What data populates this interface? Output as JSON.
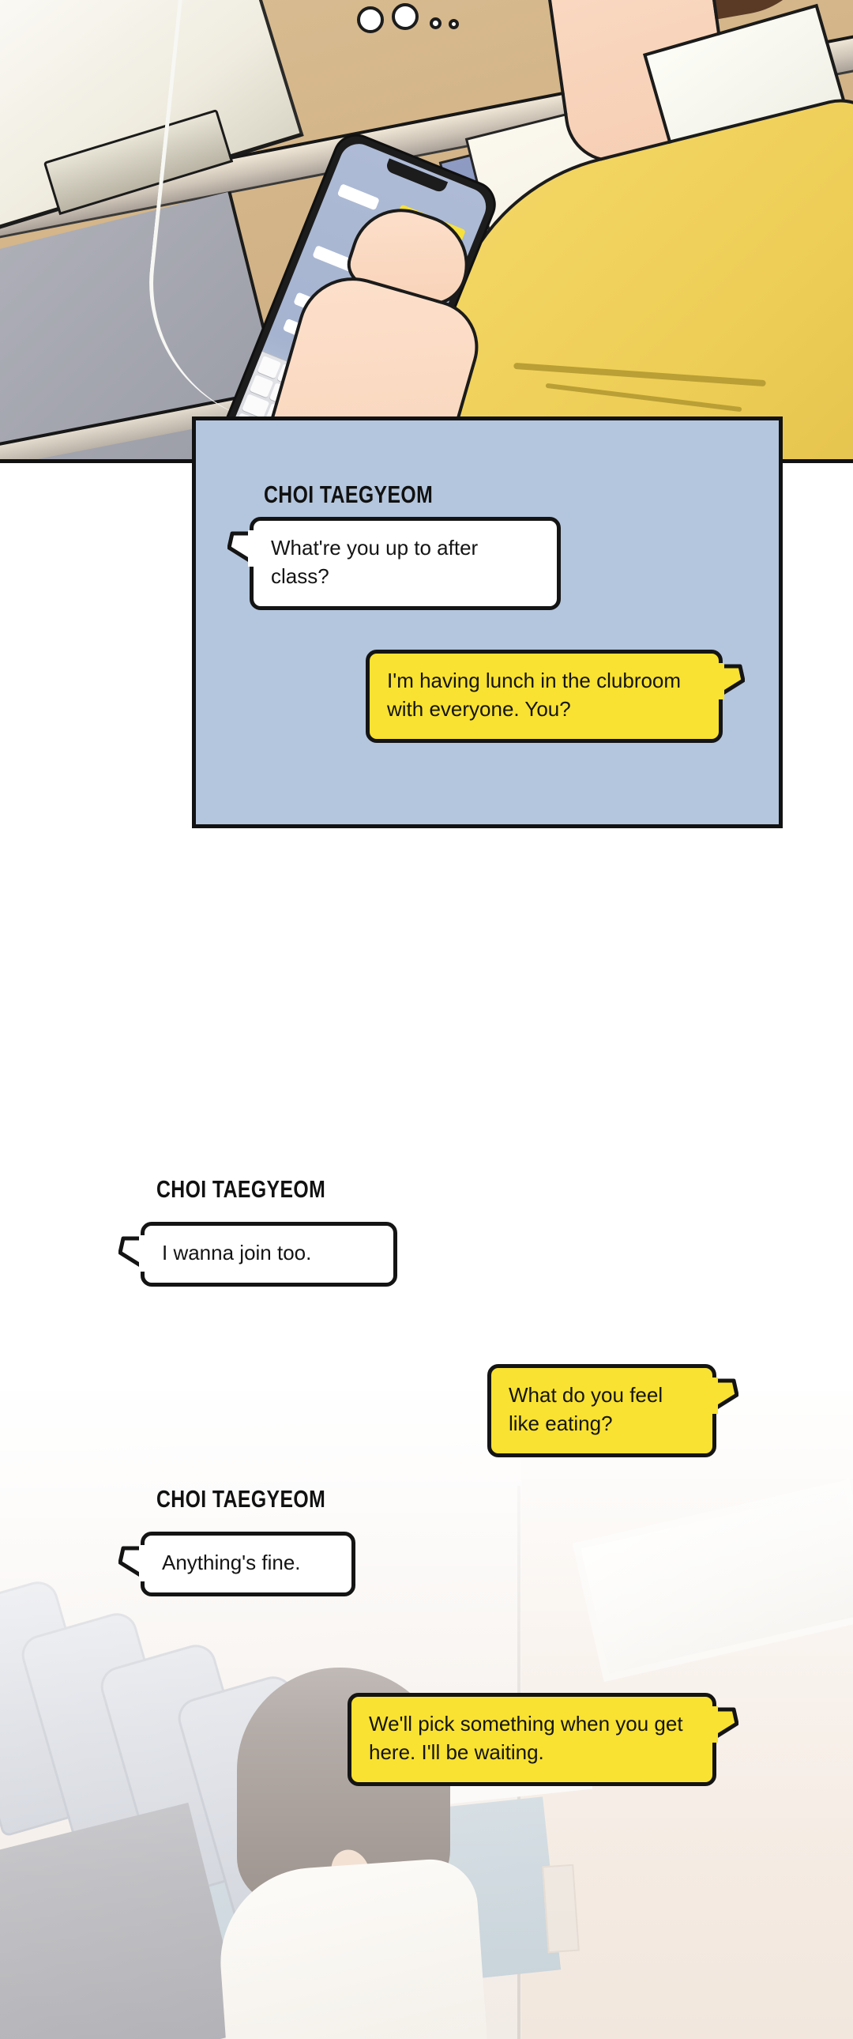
{
  "comic": {
    "top_scene": {
      "description": "Student in yellow sweater holding a smartphone over a desk with an open book",
      "phone_screen": "chat-thread-with-yellow-and-white-bubbles"
    },
    "bottom_scene": {
      "description": "Faded classroom with chairs, a student seen from behind, and a window"
    }
  },
  "panel_chat": {
    "sender": "CHOI TAEGYEOM",
    "messages": [
      {
        "side": "left",
        "color": "white",
        "text": "What're you up to after class?"
      },
      {
        "side": "right",
        "color": "yellow",
        "text": "I'm having lunch in the clubroom with everyone. You?"
      }
    ]
  },
  "lower_chat": {
    "sender_1": "CHOI TAEGYEOM",
    "sender_2": "CHOI TAEGYEOM",
    "messages": [
      {
        "side": "left",
        "color": "white",
        "text": "I wanna join too."
      },
      {
        "side": "right",
        "color": "yellow",
        "text": "What do you feel like eating?"
      },
      {
        "side": "left",
        "color": "white",
        "text": "Anything's fine."
      },
      {
        "side": "right",
        "color": "yellow",
        "text": "We'll pick something when you get here. I'll be waiting."
      }
    ]
  },
  "colors": {
    "panel_background": "#b4c6de",
    "bubble_yellow": "#f9e231",
    "bubble_white": "#ffffff",
    "outline": "#121212",
    "sweater_yellow": "#edcd55"
  }
}
